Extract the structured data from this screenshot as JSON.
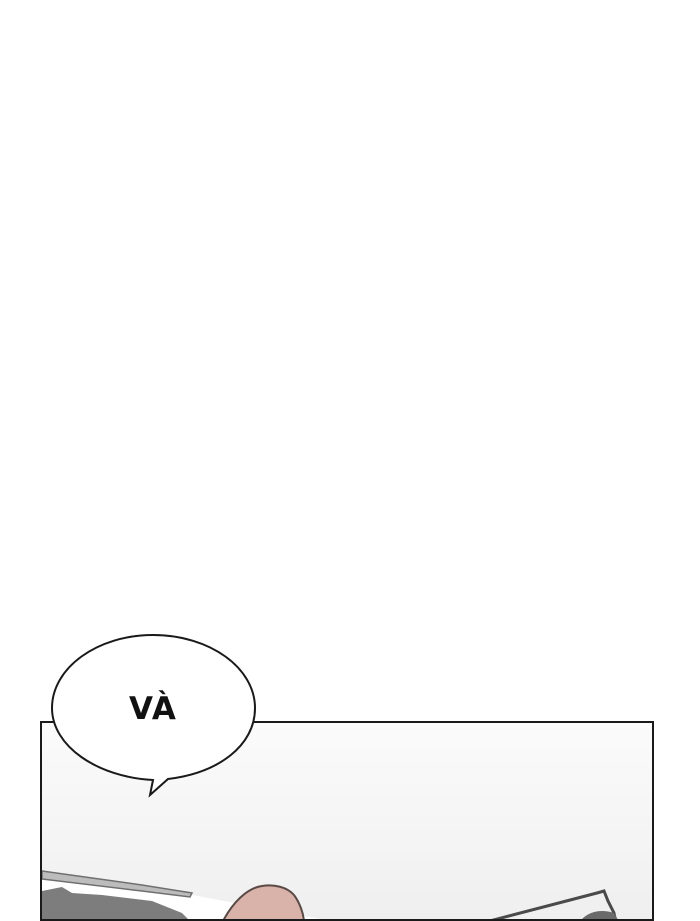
{
  "page": {
    "background": "#ffffff",
    "content_type": "comic-page"
  },
  "speech_bubble": {
    "text": "VÀ",
    "fill": "#ffffff",
    "stroke": "#1a1a1a"
  },
  "panel": {
    "border_color": "#1a1a1a",
    "elements": [
      {
        "name": "rod-left",
        "color": "#8a8a8a"
      },
      {
        "name": "hand-skin",
        "color": "#d9b3aa"
      },
      {
        "name": "rod-right",
        "color": "#555555"
      }
    ]
  }
}
